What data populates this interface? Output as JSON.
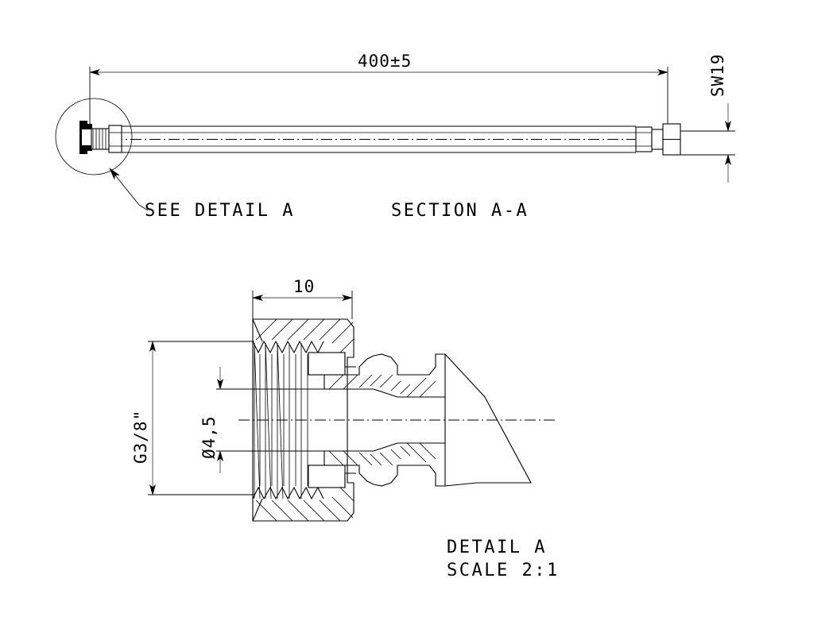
{
  "drawing": {
    "title": "Hose assembly with G3/8\" fitting",
    "background_color": "#ffffff",
    "line_color": "#000000",
    "dim_line_color": "#4a4a4a"
  },
  "views": {
    "section": {
      "label": "SECTION  A-A",
      "detail_callout": "SEE DETAIL  A",
      "dimensions": {
        "length": "400±5",
        "across_flats": "SW19"
      }
    },
    "detail": {
      "label": "DETAIL  A",
      "scale": "SCALE  2:1",
      "dimensions": {
        "nut_width": "10",
        "thread": "G3/8\"",
        "bore": "Ø4,5"
      }
    }
  }
}
